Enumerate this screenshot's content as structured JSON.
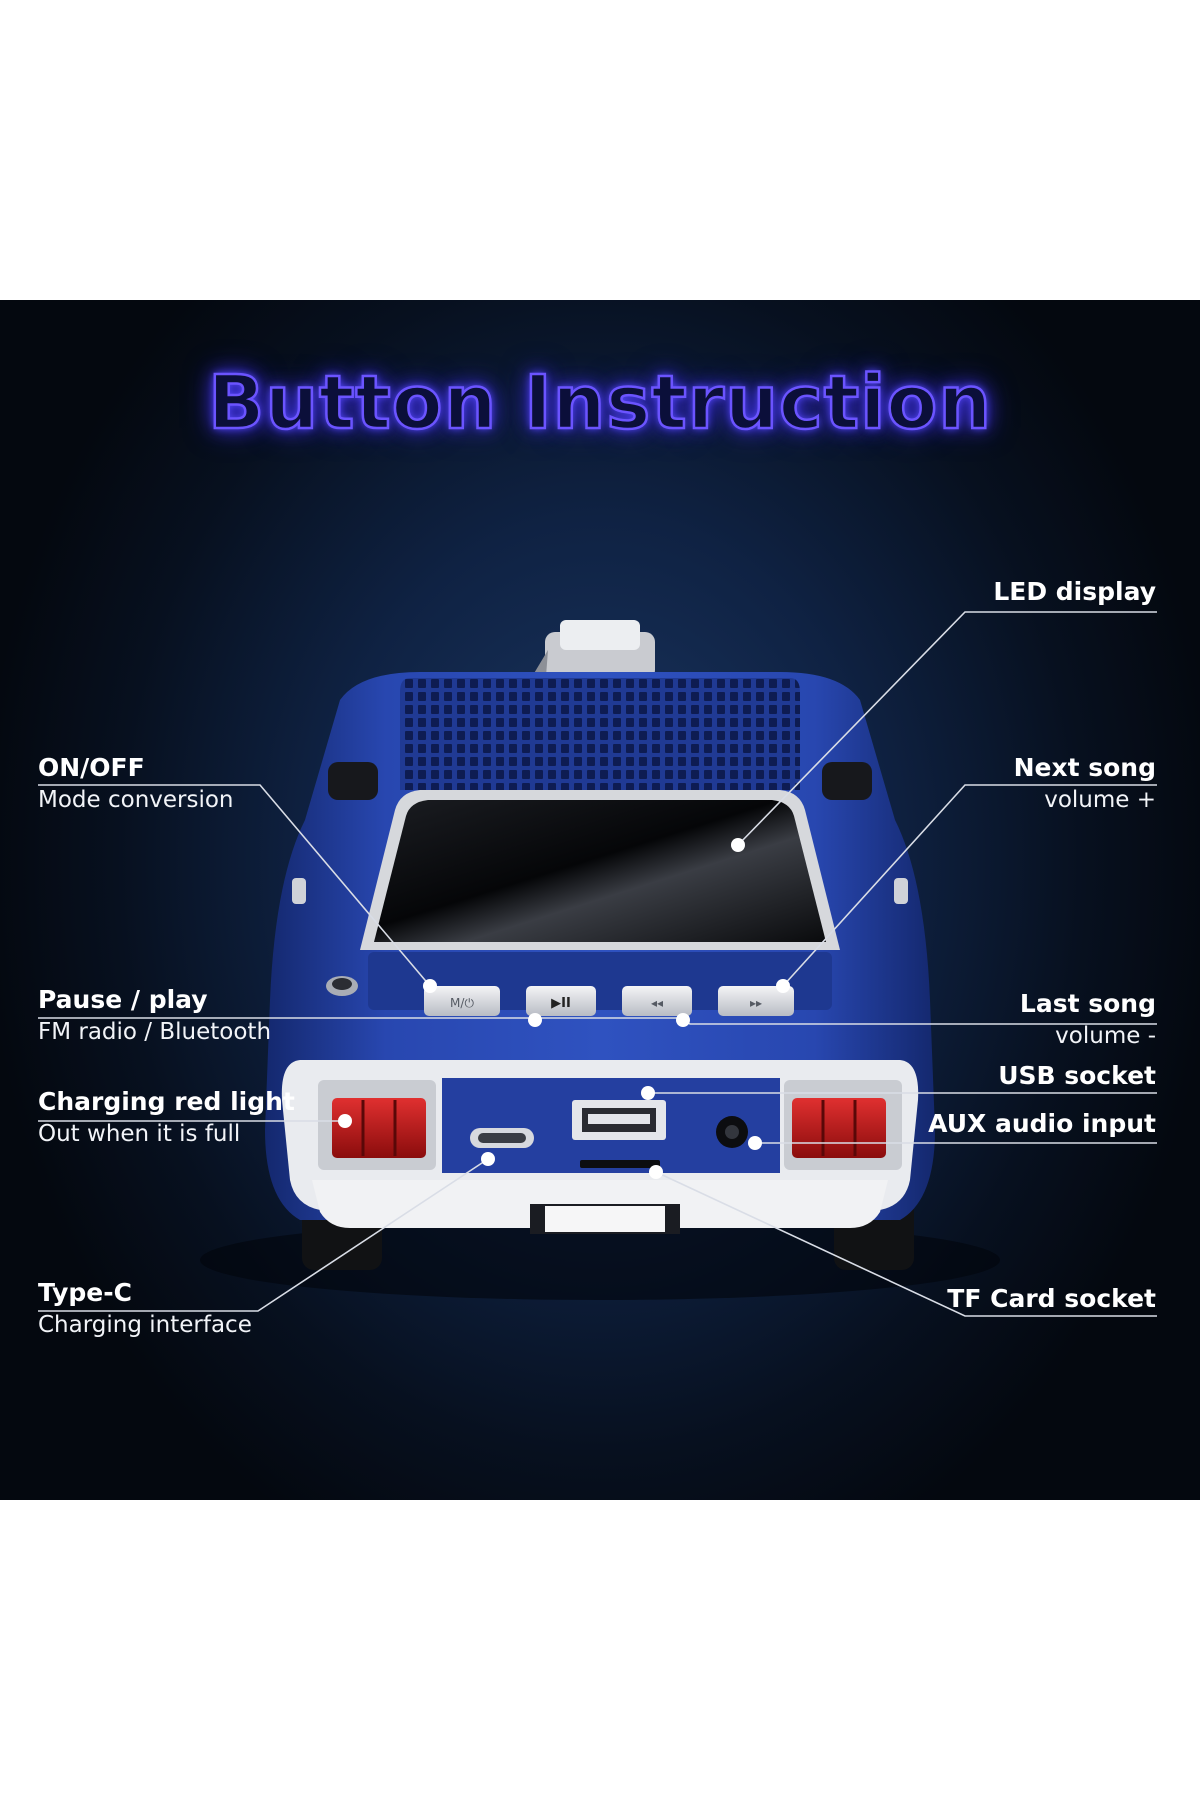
{
  "title": "Button Instruction",
  "labels": {
    "led": {
      "heading": "LED display"
    },
    "onoff": {
      "heading": "ON/OFF",
      "sub": "Mode conversion"
    },
    "next": {
      "heading": "Next song",
      "sub": "volume +"
    },
    "pause": {
      "heading": "Pause / play",
      "sub": "FM radio / Bluetooth"
    },
    "last": {
      "heading": "Last song",
      "sub": "volume -"
    },
    "usb": {
      "heading": "USB socket"
    },
    "charging": {
      "heading": "Charging red light",
      "sub": "Out when it is full"
    },
    "aux": {
      "heading": "AUX audio input"
    },
    "typec": {
      "heading": "Type-C",
      "sub": "Charging interface"
    },
    "tf": {
      "heading": "TF Card socket"
    }
  },
  "buttons": [
    "M/⏻",
    "▶II",
    "◂◂",
    "▸▸"
  ],
  "colors": {
    "body": "#233f9c",
    "background": "#0f2243",
    "title_glow": "#6b54ff",
    "light": "#c01818"
  }
}
